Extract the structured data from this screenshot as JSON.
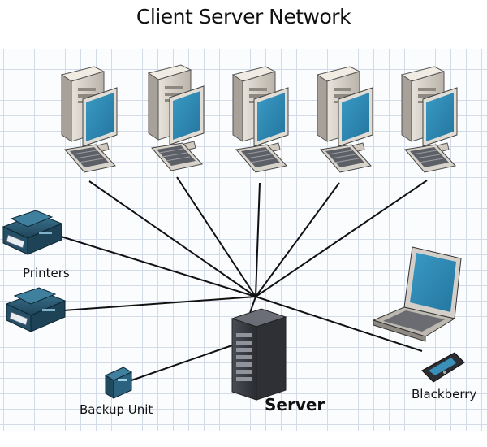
{
  "title": "Client Server Network",
  "labels": {
    "printers": "Printers",
    "backup_unit": "Backup Unit",
    "server": "Server",
    "blackberry": "Blackberry"
  },
  "colors": {
    "grid_line": "#d3dae8",
    "monitor_screen": "#2e89b4",
    "device_body": "#c9c4bd",
    "server_body": "#3a3c42",
    "printer_body": "#2c5870"
  }
}
